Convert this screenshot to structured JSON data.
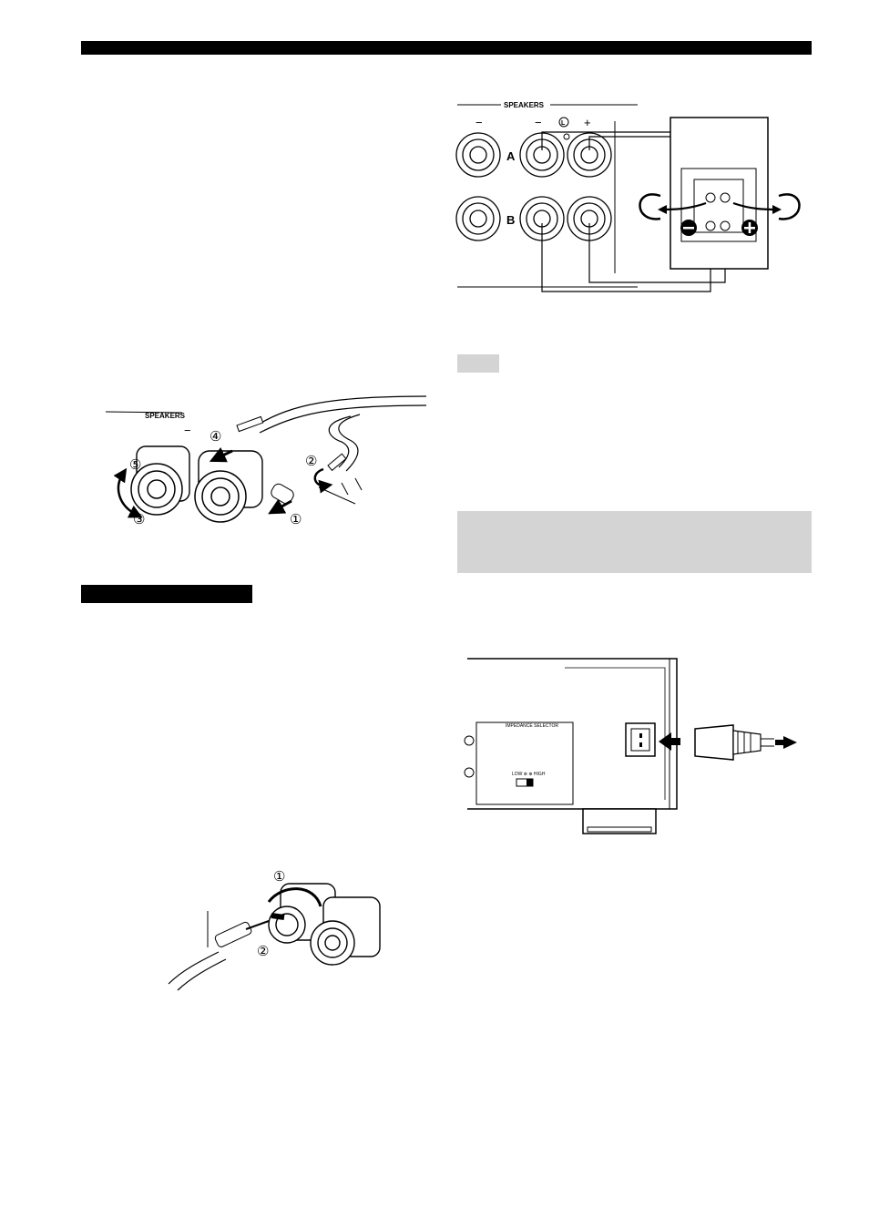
{
  "figures": {
    "bare_wire": {
      "section_label": "SPEAKERS",
      "terminal_sign": "−",
      "steps": [
        "①",
        "②",
        "③",
        "④",
        "⑤"
      ]
    },
    "bi_wire": {
      "section_label": "SPEAKERS",
      "minus_left": "−",
      "minus_mid": "−",
      "lock_mark": "L",
      "plus": "+",
      "row_a": "A",
      "row_b": "B"
    },
    "banana": {
      "steps": [
        "①",
        "②"
      ]
    },
    "rear_panel": {
      "selector_label": "IMPEDANCE SELECTOR",
      "switch_positions": "LOW  ⊕  ⊕  HIGH"
    }
  },
  "colors": {
    "bar": "#000000",
    "shade": "#d4d4d4"
  }
}
